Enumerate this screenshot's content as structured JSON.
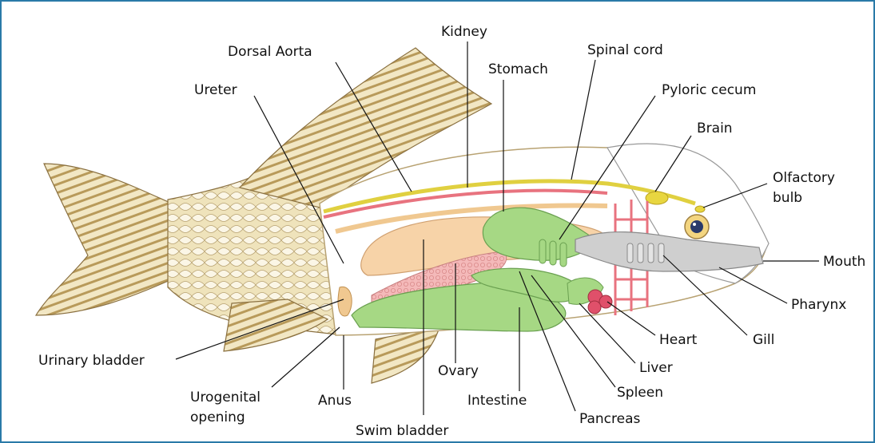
{
  "diagram": {
    "labels": {
      "kidney": "Kidney",
      "dorsal_aorta": "Dorsal Aorta",
      "spinal_cord": "Spinal cord",
      "stomach": "Stomach",
      "pyloric_cecum": "Pyloric cecum",
      "ureter": "Ureter",
      "brain": "Brain",
      "olfactory_bulb_1": "Olfactory",
      "olfactory_bulb_2": "bulb",
      "mouth": "Mouth",
      "pharynx": "Pharynx",
      "gill": "Gill",
      "heart": "Heart",
      "liver": "Liver",
      "spleen": "Spleen",
      "pancreas": "Pancreas",
      "intestine": "Intestine",
      "ovary": "Ovary",
      "swim_bladder": "Swim bladder",
      "anus": "Anus",
      "urogenital_1": "Urogenital",
      "urogenital_2": "opening",
      "urinary_bladder": "Urinary bladder"
    },
    "colors": {
      "border": "#2a7aa8",
      "scale_fill": "#e8d9a8",
      "fin_stripe": "#b89a5a",
      "organ_green": "#a6d884",
      "swim_bladder": "#f7d3a8",
      "gill_grey": "#cfcfcf",
      "vessel_red": "#e8737f",
      "spinal_yellow": "#e0d040",
      "heart_red": "#e0506a"
    }
  }
}
